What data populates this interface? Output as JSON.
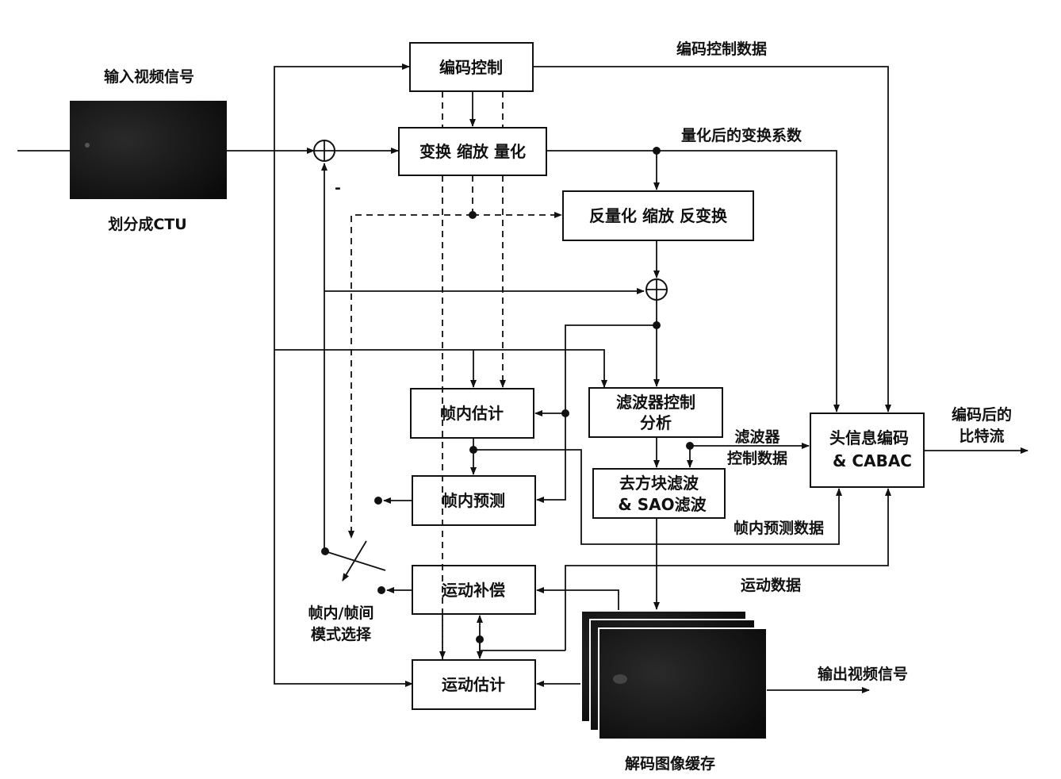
{
  "labels": {
    "input_video_signal": "输入视频信号",
    "split_ctu": "划分成CTU",
    "coding_control_data": "编码控制数据",
    "quantized_coeffs": "量化后的变换系数",
    "minus": "-",
    "filter_control_data_1": "滤波器",
    "filter_control_data_2": "控制数据",
    "intra_pred_data": "帧内预测数据",
    "motion_data": "运动数据",
    "intra_inter_1": "帧内/帧间",
    "intra_inter_2": "模式选择",
    "output_video_signal": "输出视频信号",
    "decoded_picture_buffer": "解码图像缓存",
    "coded_bitstream_1": "编码后的",
    "coded_bitstream_2": "比特流"
  },
  "blocks": {
    "coding_control": "编码控制",
    "transform": "变换 缩放 量化",
    "inverse": "反量化 缩放 反变换",
    "intra_estimation": "帧内估计",
    "filter_control_1": "滤波器控制",
    "filter_control_2": "分析",
    "intra_prediction": "帧内预测",
    "deblock_1": "去方块滤波",
    "deblock_2": "& SAO滤波",
    "motion_comp": "运动补偿",
    "motion_est": "运动估计",
    "header_1": "头信息编码",
    "header_2": "& CABAC"
  }
}
